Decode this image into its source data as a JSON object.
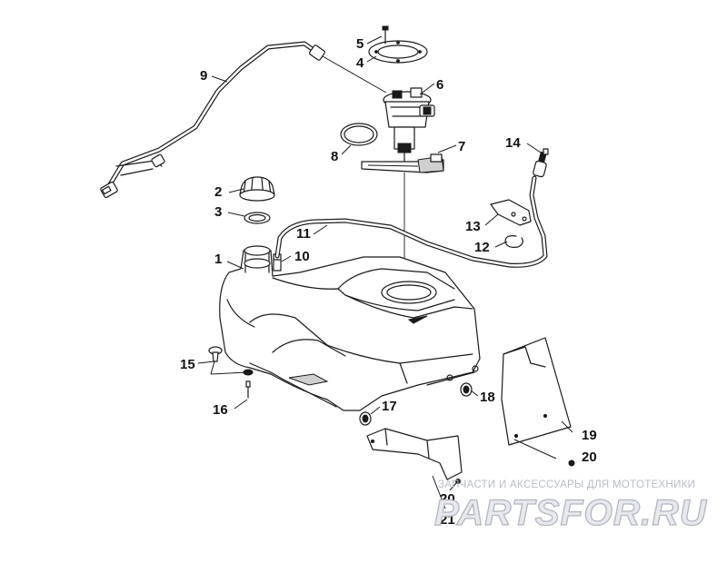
{
  "diagram": {
    "labels": [
      "1",
      "2",
      "3",
      "4",
      "5",
      "6",
      "7",
      "8",
      "9",
      "10",
      "11",
      "12",
      "13",
      "14",
      "15",
      "16",
      "17",
      "18",
      "19",
      "20",
      "20",
      "21"
    ]
  },
  "watermark": {
    "tagline": "ЗАПЧАСТИ И АКСЕССУАРЫ ДЛЯ МОТОТЕХНИКИ",
    "logo": "PARTSFOR.RU"
  }
}
